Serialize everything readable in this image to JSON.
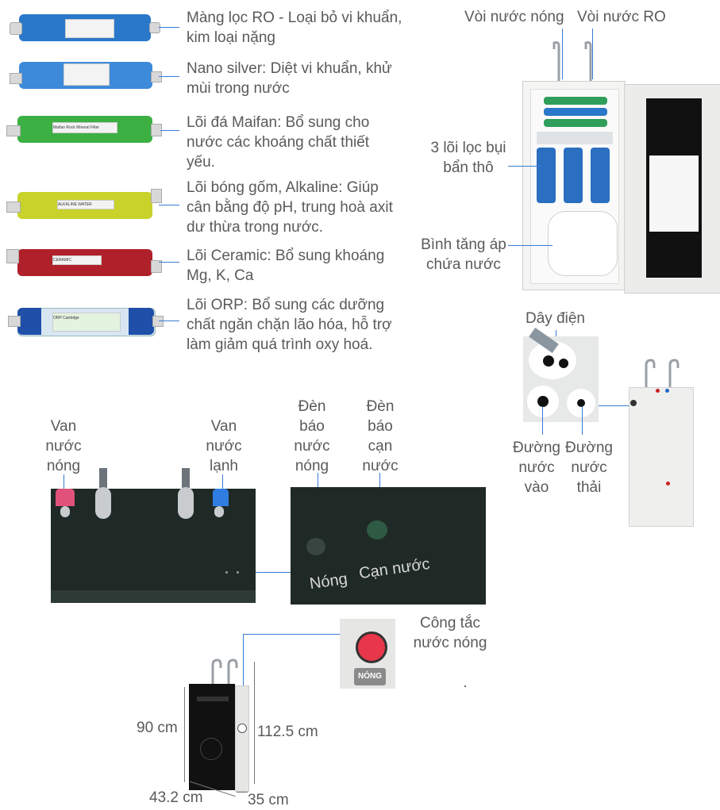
{
  "filters": [
    {
      "label": "Màng lọc RO - Loại bỏ vi khuẩn, kim loại nặng",
      "color": "#2a78c9"
    },
    {
      "label": "Nano silver: Diệt vi khuẩn, khử mùi trong nước",
      "color": "#3c8ad9"
    },
    {
      "label": "Lõi đá Maifan: Bổ sung cho nước các khoáng chất thiết yếu.",
      "color": "#3cb043",
      "tag": "Maifan Rock Mineral Filter"
    },
    {
      "label": "Lõi bóng gốm, Alkaline: Giúp cân bằng độ pH, trung hoà axit dư thừa trong nước.",
      "color": "#c8d22a",
      "tag": "ALKALINE WATER"
    },
    {
      "label": "Lõi Ceramic: Bổ sung khoáng Mg, K, Ca",
      "color": "#b0202a",
      "tag": "CERAMIC"
    },
    {
      "label": "Lõi ORP: Bổ sung các dưỡng chất ngăn chặn lão hóa, hỗ trợ làm giảm quá trình oxy hoá.",
      "color": "#d8e6f2",
      "tag": "ORP Cartridge"
    }
  ],
  "cabinet": {
    "hot_tap": "Vòi nước nóng",
    "ro_tap": "Vòi nước  RO",
    "prefilters": "3 lõi lọc bụi bẩn thô",
    "tank": "Bình tăng áp chứa nước"
  },
  "rear": {
    "power_cord": "Dây điện",
    "water_in": "Đường nước vào",
    "water_out": "Đường nước thải"
  },
  "top_panel": {
    "hot_valve": "Van nước nóng",
    "cold_valve": "Van nước lạnh",
    "hot_light": "Đèn báo nước nóng",
    "empty_light": "Đèn báo cạn nước",
    "zoom_text_hot": "Nóng",
    "zoom_text_empty": "Cạn nước"
  },
  "switch": {
    "label": "Công tắc nước nóng",
    "button_text": "NÓNG"
  },
  "dimensions": {
    "height_body": "90 cm",
    "height_total": "112.5 cm",
    "width": "43.2 cm",
    "depth": "35 cm"
  },
  "colors": {
    "accent": "#3a7bd5",
    "text": "#5a5a5a",
    "panel": "#1f2a26"
  }
}
